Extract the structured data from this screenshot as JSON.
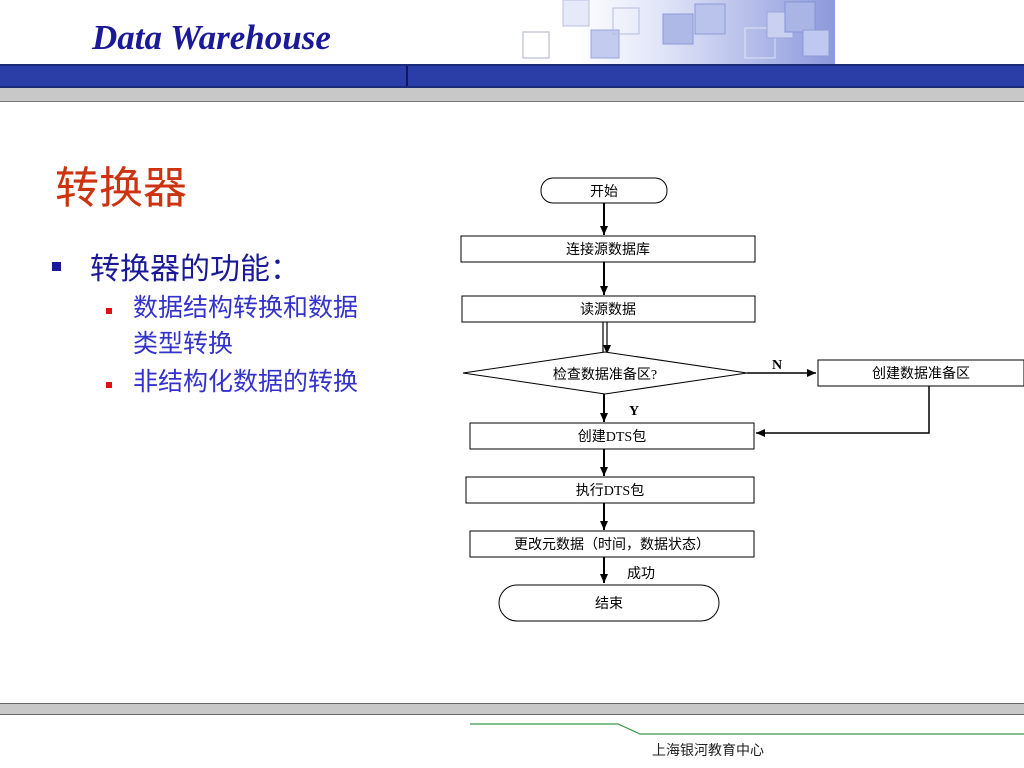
{
  "header": {
    "title": "Data Warehouse"
  },
  "slide": {
    "title": "转换器",
    "bullet_main": "转换器的功能：",
    "sub_bullets": [
      "数据结构转换和数据类型转换",
      "非结构化数据的转换"
    ]
  },
  "flowchart": {
    "start": "开始",
    "step1": "连接源数据库",
    "step2": "读源数据",
    "decision": "检查数据准备区?",
    "no_label": "N",
    "yes_label": "Y",
    "side_step": "创建数据准备区",
    "step3": "创建DTS包",
    "step4": "执行DTS包",
    "step5": "更改元数据（时间，数据状态）",
    "success_label": "成功",
    "end": "结束"
  },
  "footer": {
    "text": "上海银河教育中心"
  },
  "colors": {
    "title_blue": "#1a1a99",
    "title_red": "#cc3311",
    "bar_blue": "#2b3ea8",
    "footer_green": "#3a9a4a"
  }
}
